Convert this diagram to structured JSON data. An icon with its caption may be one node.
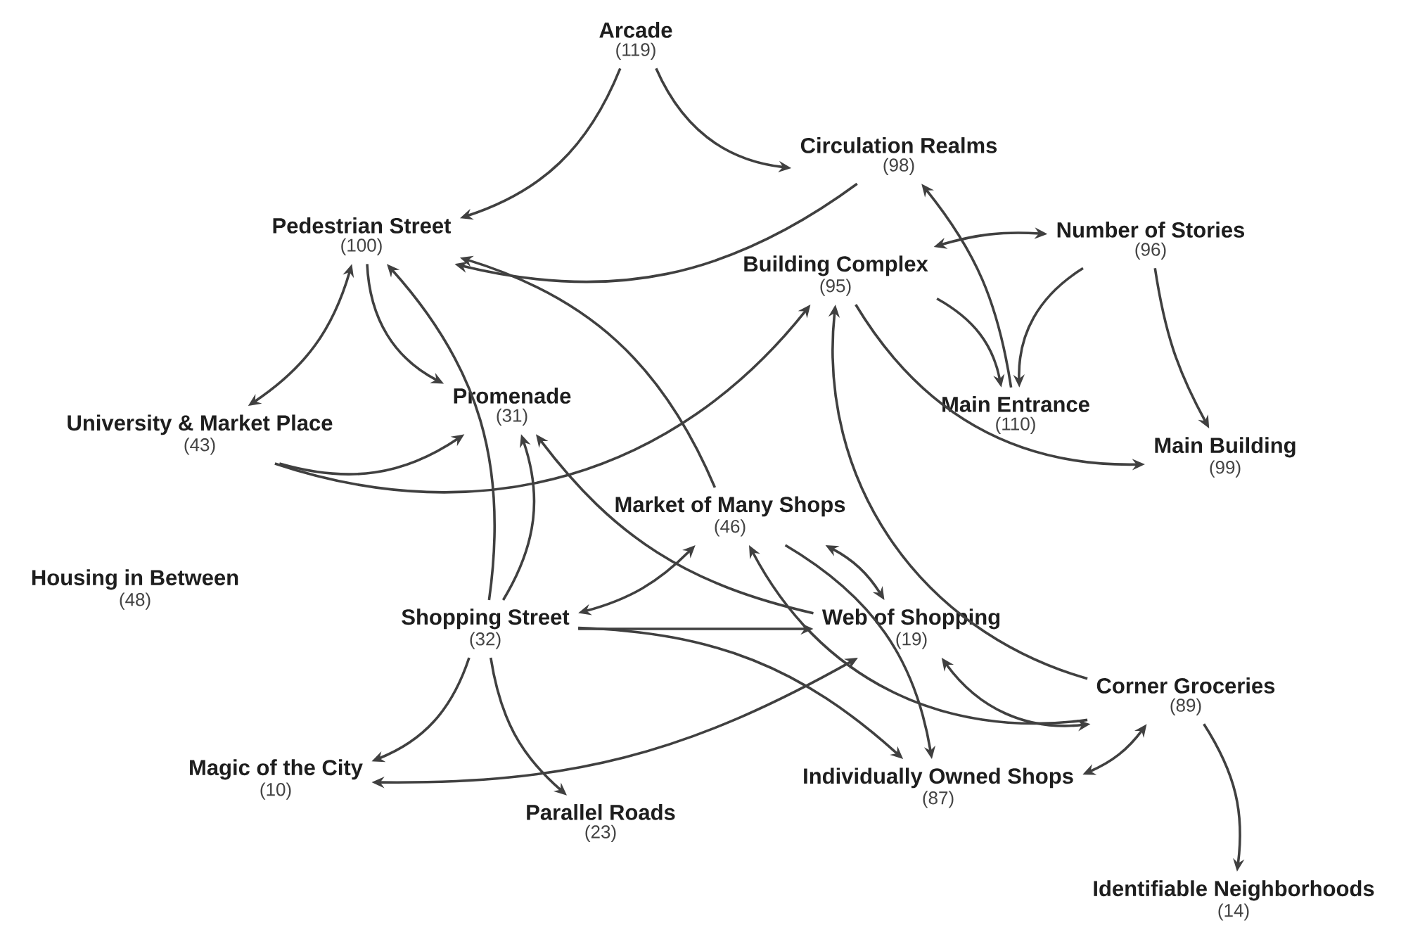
{
  "diagram": {
    "nodes": [
      {
        "text": [
          "Arcade",
          "(119)"
        ]
      },
      {
        "text": [
          "Circulation Realms",
          "(98)"
        ]
      },
      {
        "text": [
          "Pedestrian Street",
          "(100)"
        ]
      },
      {
        "text": [
          "Number of Stories",
          "(96)"
        ]
      },
      {
        "text": [
          "Building Complex",
          "(95)"
        ]
      },
      {
        "text": [
          "University & Market Place",
          "(43)"
        ]
      },
      {
        "text": [
          "Promenade",
          "(31)"
        ]
      },
      {
        "text": [
          "Main Entrance",
          "(110)"
        ]
      },
      {
        "text": [
          "Main Building",
          "(99)"
        ]
      },
      {
        "text": [
          "Market of Many Shops",
          "(46)"
        ]
      },
      {
        "text": [
          "Housing in Between",
          "(48)"
        ]
      },
      {
        "text": [
          "Shopping Street",
          "(32)"
        ]
      },
      {
        "text": [
          "Web of Shopping",
          "(19)"
        ]
      },
      {
        "text": [
          "Corner Groceries",
          "(89)"
        ]
      },
      {
        "text": [
          "Magic of the City",
          "(10)"
        ]
      },
      {
        "text": [
          "Individually Owned Shops",
          "(87)"
        ]
      },
      {
        "text": [
          "Parallel Roads",
          "(23)"
        ]
      },
      {
        "text": [
          "Identifiable Neighborhoods",
          "(14)"
        ]
      }
    ],
    "edges": [
      {
        "from": 0,
        "to": 2,
        "arrow": "to"
      },
      {
        "from": 0,
        "to": 1,
        "arrow": "to"
      },
      {
        "from": 1,
        "to": 2,
        "arrow": "to"
      },
      {
        "from": 2,
        "to": 5,
        "arrow": "both"
      },
      {
        "from": 2,
        "to": 6,
        "arrow": "to"
      },
      {
        "from": 9,
        "to": 2,
        "arrow": "to"
      },
      {
        "from": 11,
        "to": 2,
        "arrow": "to"
      },
      {
        "from": 5,
        "to": 4,
        "arrow": "to"
      },
      {
        "from": 5,
        "to": 6,
        "arrow": "to"
      },
      {
        "from": 11,
        "to": 6,
        "arrow": "to"
      },
      {
        "from": 12,
        "to": 6,
        "arrow": "to"
      },
      {
        "from": 13,
        "to": 4,
        "arrow": "to"
      },
      {
        "from": 13,
        "to": 9,
        "arrow": "to"
      },
      {
        "from": 4,
        "to": 3,
        "arrow": "both"
      },
      {
        "from": 4,
        "to": 7,
        "arrow": "to"
      },
      {
        "from": 3,
        "to": 7,
        "arrow": "to"
      },
      {
        "from": 7,
        "to": 1,
        "arrow": "to"
      },
      {
        "from": 4,
        "to": 8,
        "arrow": "to"
      },
      {
        "from": 3,
        "to": 8,
        "arrow": "to"
      },
      {
        "from": 11,
        "to": 9,
        "arrow": "both"
      },
      {
        "from": 9,
        "to": 12,
        "arrow": "both"
      },
      {
        "from": 11,
        "to": 12,
        "arrow": "to"
      },
      {
        "from": 12,
        "to": 13,
        "arrow": "both"
      },
      {
        "from": 11,
        "to": 14,
        "arrow": "to"
      },
      {
        "from": 12,
        "to": 14,
        "arrow": "both"
      },
      {
        "from": 11,
        "to": 16,
        "arrow": "to"
      },
      {
        "from": 11,
        "to": 15,
        "arrow": "to"
      },
      {
        "from": 9,
        "to": 15,
        "arrow": "to"
      },
      {
        "from": 15,
        "to": 13,
        "arrow": "both"
      },
      {
        "from": 13,
        "to": 17,
        "arrow": "to"
      }
    ]
  }
}
